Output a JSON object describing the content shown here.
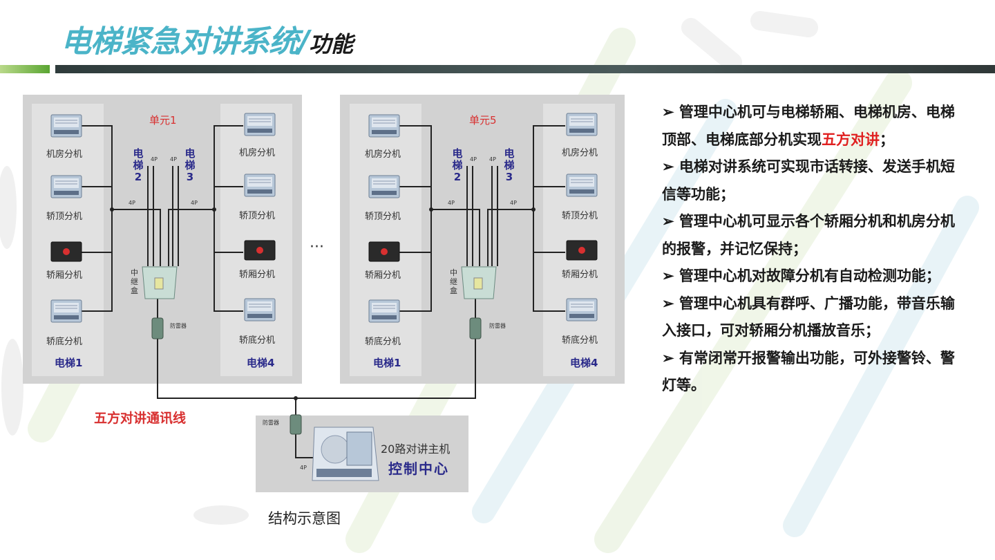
{
  "title": {
    "main": "电梯紧急对讲系统/",
    "sub": "功能"
  },
  "diagram": {
    "units": [
      {
        "name": "单元1",
        "left_elevator": "电梯1",
        "right_elevator": "电梯4",
        "mid_elevator_a": "电梯2",
        "mid_elevator_b": "电梯3"
      },
      {
        "name": "单元5",
        "left_elevator": "电梯1",
        "right_elevator": "电梯4",
        "mid_elevator_a": "电梯2",
        "mid_elevator_b": "电梯3"
      }
    ],
    "device_labels": [
      "机房分机",
      "轿顶分机",
      "轿厢分机",
      "轿底分机"
    ],
    "relay_box": "中继盒",
    "lightning": "防雷器",
    "wire_label": "4P",
    "ellipsis": "···",
    "comm_line": "五方对讲通讯线",
    "host": "20路对讲主机",
    "control_center": "控制中心",
    "caption": "结构示意图"
  },
  "features": [
    {
      "pre": "管理中心机可与电梯轿厢、电梯机房、电梯顶部、电梯底部分机实现",
      "hl": "五方对讲",
      "post": "；"
    },
    {
      "pre": "电梯对讲系统可实现市话转接、发送手机短信等功能；",
      "hl": "",
      "post": ""
    },
    {
      "pre": "管理中心机可显示各个轿厢分机和机房分机的报警，并记忆保持；",
      "hl": "",
      "post": ""
    },
    {
      "pre": "管理中心机对故障分机有自动检测功能；",
      "hl": "",
      "post": ""
    },
    {
      "pre": "管理中心机具有群呼、广播功能，带音乐输入接口，可对轿厢分机播放音乐；",
      "hl": "",
      "post": ""
    },
    {
      "pre": "有常闭常开报警输出功能，可外接警铃、警灯等。",
      "hl": "",
      "post": ""
    }
  ],
  "colors": {
    "title": "#4bb4c8",
    "highlight": "#e02020",
    "elevator_label": "#2a2a8a"
  }
}
